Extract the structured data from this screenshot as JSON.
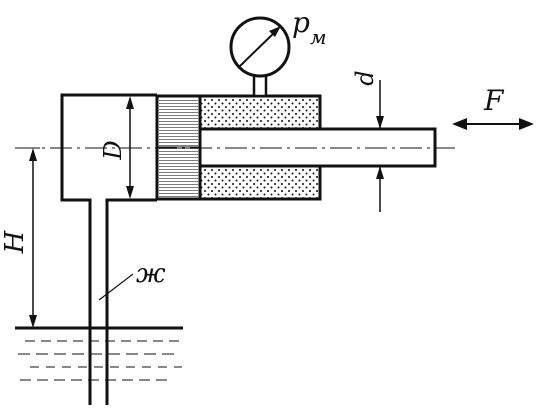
{
  "labels": {
    "pressure": "p",
    "pressure_sub": "м",
    "cylinder_diameter": "D",
    "rod_diameter": "d",
    "force": "F",
    "height": "H",
    "liquid": "ж"
  },
  "colors": {
    "ink": "#111111",
    "background": "#ffffff"
  }
}
